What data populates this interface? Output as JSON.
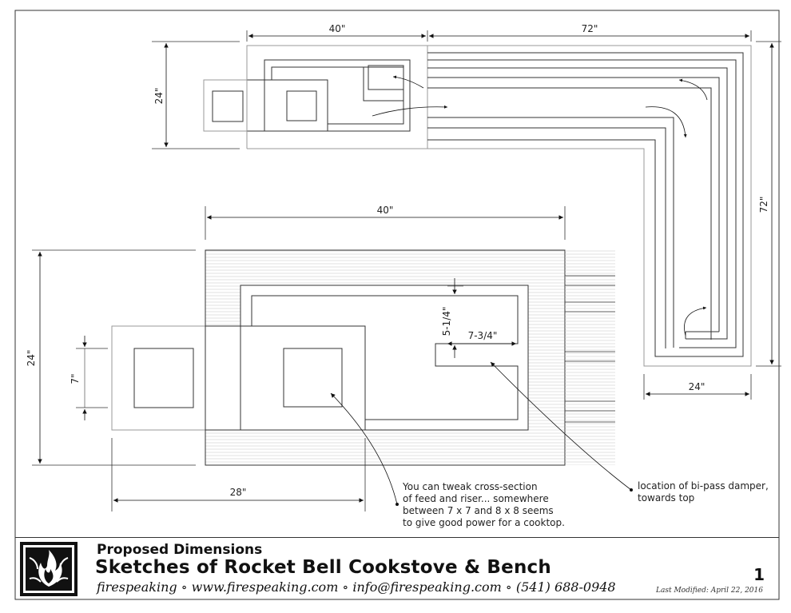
{
  "drawing": {
    "top_view": {
      "dim_width_firebox": "40\"",
      "dim_width_bench": "72\"",
      "dim_height_left": "24\"",
      "dim_height_right": "72\"",
      "dim_bench_bottom": "24\""
    },
    "detail_view": {
      "dim_width": "40\"",
      "dim_height": "24\"",
      "dim_feed": "7\"",
      "dim_bottom": "28\"",
      "dim_riser_height": "5-1/4\"",
      "dim_riser_width": "7-3/4\""
    },
    "notes": {
      "cross_section": [
        "You can tweak cross-section",
        "of feed and riser... somewhere",
        "between 7 x 7 and 8 x 8 seems",
        "to give good power for a cooktop."
      ],
      "damper": [
        "location of bi-pass damper,",
        "towards top"
      ]
    }
  },
  "title_block": {
    "logo_icon": "firespeaking-flame-logo-icon",
    "subtitle": "Proposed Dimensions",
    "title": "Sketches of Rocket Bell Cookstove & Bench",
    "contact": "firespeaking ∘ www.firespeaking.com ∘ info@firespeaking.com ∘ (541) 688-0948",
    "page_number": "1",
    "last_modified": "Last Modified: April 22, 2016"
  }
}
